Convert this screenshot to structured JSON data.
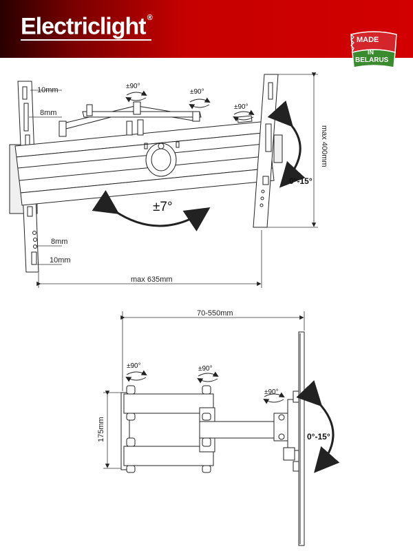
{
  "brand": {
    "name": "Electriclight",
    "registered": "®"
  },
  "badge": {
    "line1": "MADE",
    "line2": "IN",
    "line3": "BELARUS"
  },
  "top_view": {
    "dim_10mm_top": "10mm",
    "dim_8mm_top": "8mm",
    "dim_8mm_bottom": "8mm",
    "dim_10mm_bottom": "10mm",
    "rot_1": "±90°",
    "rot_2": "±90°",
    "rot_3": "±90°",
    "height": "max 400mm",
    "tilt": "0°-15°",
    "swivel": "±7°",
    "width": "max 635mm"
  },
  "side_view": {
    "extension": "70-550mm",
    "rot_1": "±90°",
    "rot_2": "±90°",
    "rot_3": "±90°",
    "height": "175mm",
    "tilt": "0°-15°"
  }
}
